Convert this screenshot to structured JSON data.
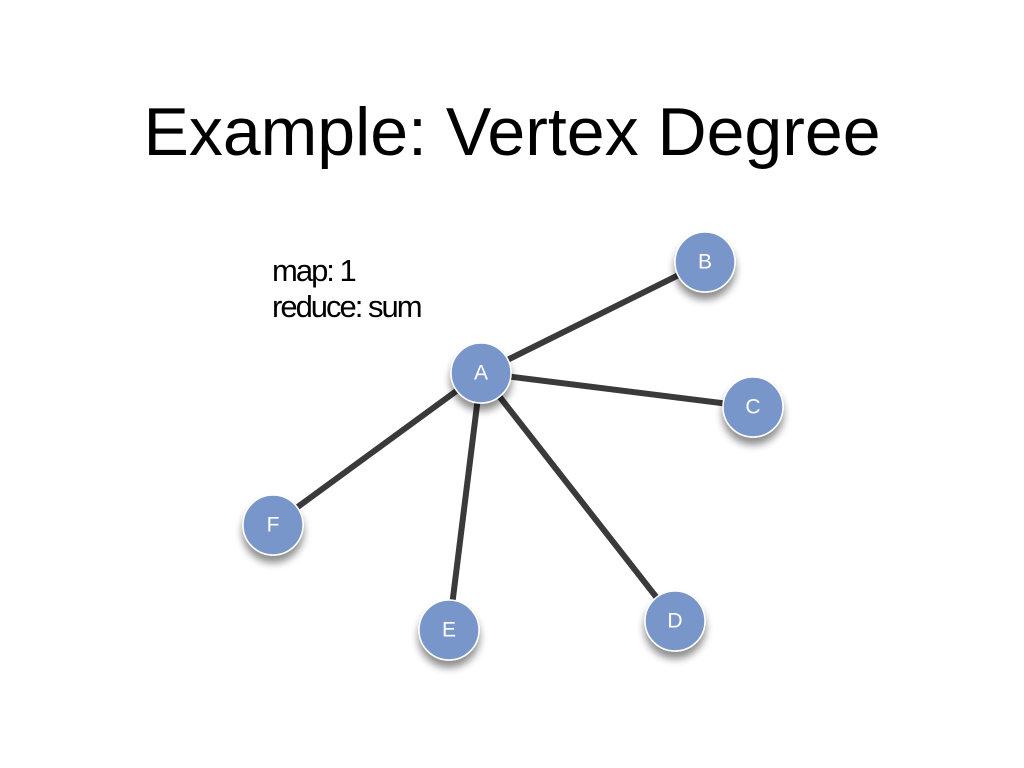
{
  "slide": {
    "title": "Example: Vertex Degree"
  },
  "annotation": {
    "line1": "map: 1",
    "line2": "reduce: sum"
  },
  "graph": {
    "center": "A",
    "nodes": [
      "A",
      "B",
      "C",
      "D",
      "E",
      "F"
    ],
    "edges": [
      [
        "A",
        "B"
      ],
      [
        "A",
        "C"
      ],
      [
        "A",
        "D"
      ],
      [
        "A",
        "E"
      ],
      [
        "A",
        "F"
      ]
    ],
    "colors": {
      "node_fill": "#7896c9",
      "node_stroke": "#ffffff",
      "edge": "#3a3a3a",
      "label": "#ffffff"
    }
  }
}
